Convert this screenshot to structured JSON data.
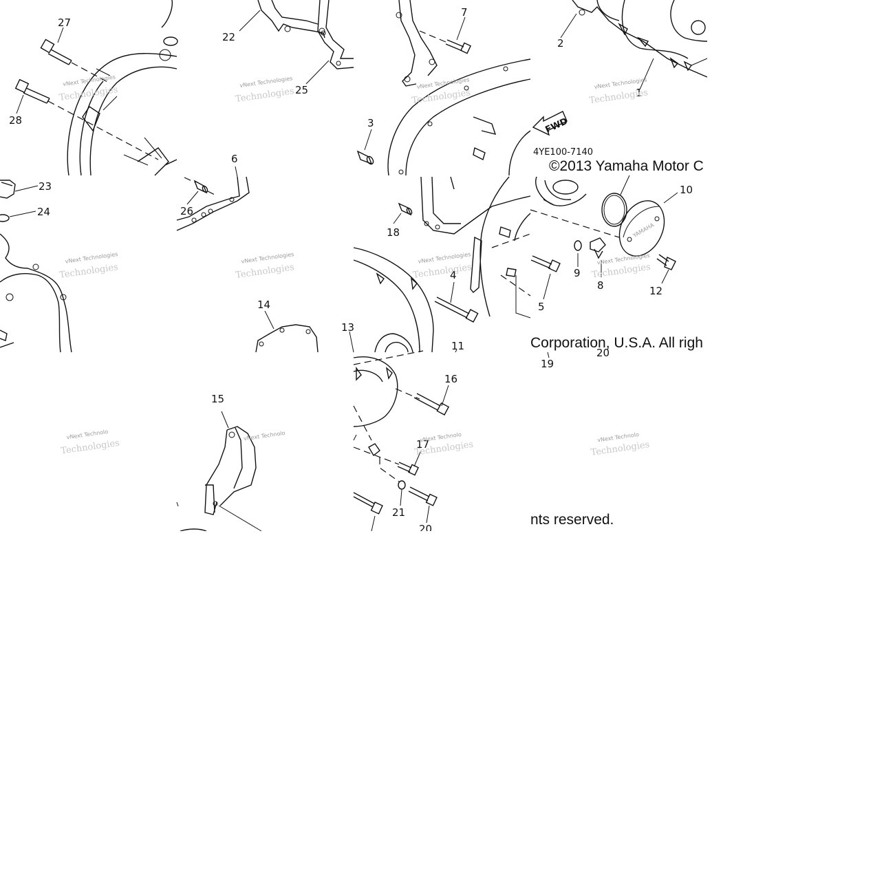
{
  "diagram": {
    "part_code": "4YE100-7140",
    "copyright_line1": "©2013 Yamaha Motor C",
    "copyright_line2": "Corporation, U.S.A. All righ",
    "copyright_line3": "nts reserved.",
    "fwd_arrow_label": "FWD",
    "cover_logo_text": "YAMAHA",
    "watermark_line1": "vNext Technologies",
    "watermark_line2": "Technologies",
    "watermark_line1_cut": "vNext Technolo",
    "part_numbers": [
      "1",
      "2",
      "3",
      "4",
      "5",
      "6",
      "7",
      "8",
      "9",
      "10",
      "11",
      "12",
      "13",
      "14",
      "15",
      "16",
      "17",
      "18",
      "19",
      "20",
      "21",
      "22",
      "23",
      "24",
      "25",
      "26",
      "27",
      "28",
      "20"
    ]
  }
}
